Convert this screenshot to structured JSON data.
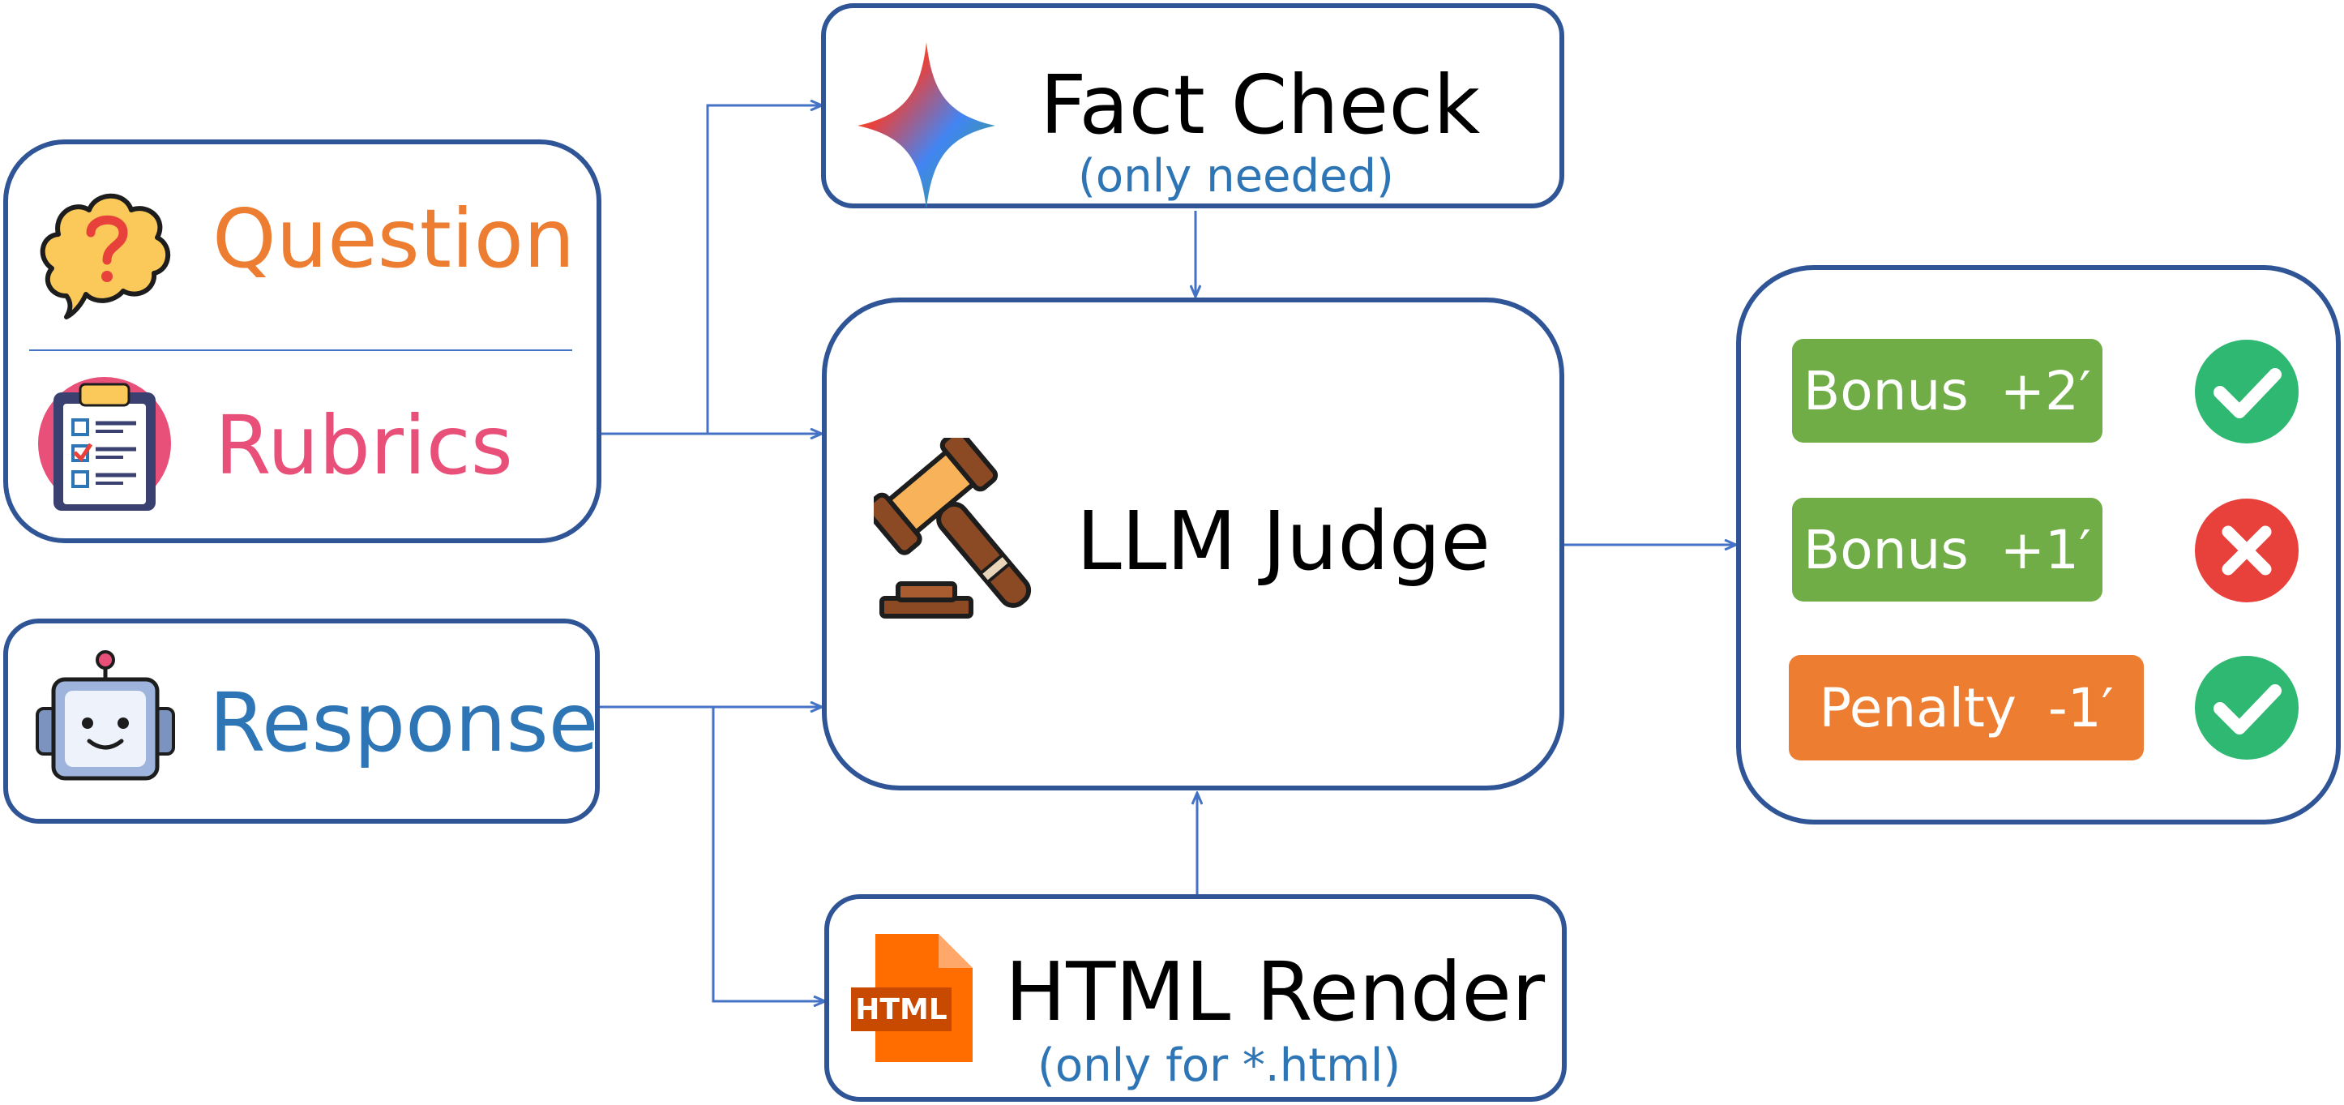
{
  "inputs": {
    "question_label": "Question",
    "rubrics_label": "Rubrics",
    "response_label": "Response"
  },
  "fact_check": {
    "title": "Fact Check",
    "subtitle": "(only needed)"
  },
  "judge": {
    "title": "LLM Judge"
  },
  "html_render": {
    "title": "HTML Render",
    "subtitle": "(only for *.html)",
    "file_badge": "HTML"
  },
  "results": [
    {
      "label": "Bonus  +2′",
      "color": "#70ad47",
      "status": "pass",
      "status_icon": "check-icon"
    },
    {
      "label": "Bonus  +1′",
      "color": "#70ad47",
      "status": "fail",
      "status_icon": "cross-icon"
    },
    {
      "label": "Penalty  -1′",
      "color": "#ed7d31",
      "status": "pass",
      "status_icon": "check-icon"
    }
  ],
  "colors": {
    "border": "#2f5597",
    "arrow": "#4472c4",
    "question_text": "#ed7d31",
    "rubrics_text": "#e8507a",
    "response_text": "#2e75b6",
    "subtitle_text": "#2e75b6",
    "bonus": "#70ad47",
    "penalty": "#ed7d31",
    "check": "#2eb872",
    "cross": "#e8413c"
  }
}
